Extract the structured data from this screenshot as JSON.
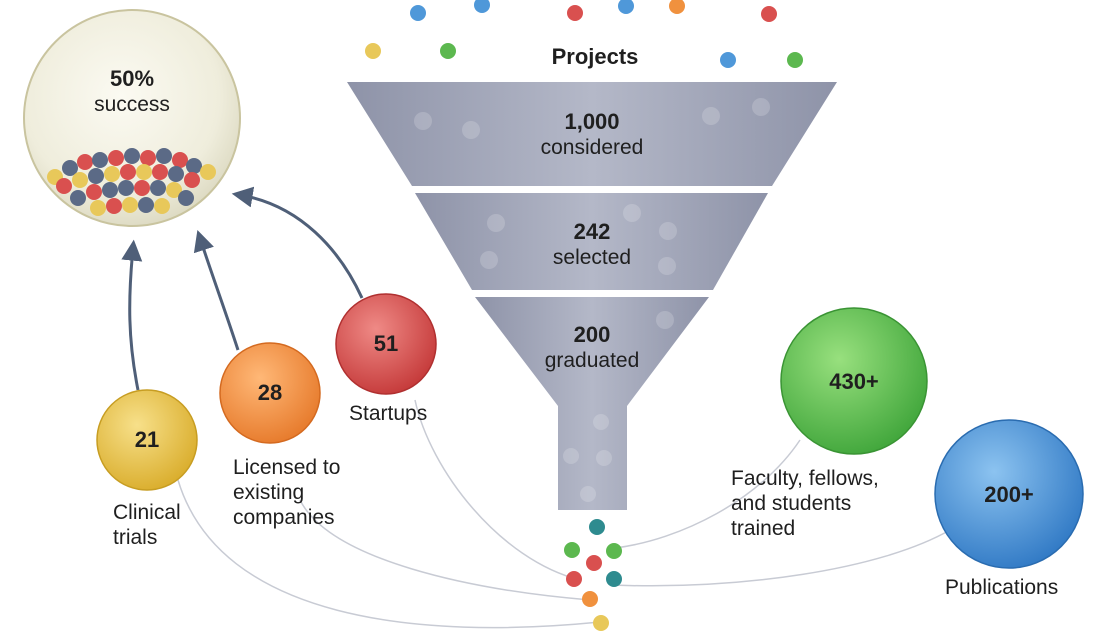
{
  "funnel": {
    "header": "Projects",
    "stages": [
      {
        "value": "1,000",
        "label": "considered"
      },
      {
        "value": "242",
        "label": "selected"
      },
      {
        "value": "200",
        "label": "graduated"
      }
    ]
  },
  "jar": {
    "value": "50%",
    "label": "success"
  },
  "outcomes": {
    "clinical": {
      "value": "21",
      "label": "Clinical trials",
      "color": "#e8c547"
    },
    "licensed": {
      "value": "28",
      "label": "Licensed to existing companies",
      "color": "#f2914a"
    },
    "startups": {
      "value": "51",
      "label": "Startups",
      "color": "#d94c4c"
    },
    "trained": {
      "value": "430+",
      "label": "Faculty, fellows, and students trained",
      "color": "#5cbf4a"
    },
    "publications": {
      "value": "200+",
      "label": "Publications",
      "color": "#3f8fd6"
    }
  },
  "colors": {
    "funnel": "#a4a9bb",
    "funnel_dark": "#8d92a6",
    "arrow": "#4f5f78",
    "ball_blue": "#4f98d9",
    "ball_red": "#d9504f",
    "ball_yellow": "#e8c85a",
    "ball_green": "#5cb84f",
    "ball_orange": "#f0913e",
    "ball_slate": "#5b6a86",
    "ball_teal": "#2e8b8f"
  }
}
